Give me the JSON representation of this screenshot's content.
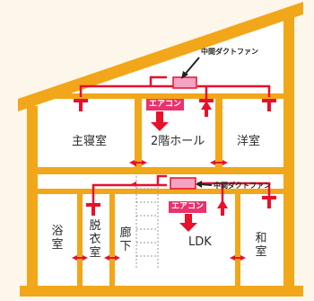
{
  "top_fan_label": "中間ダクトファン",
  "bottom_fan_label": "中間ダクトファン",
  "ac_upper": "エアコン",
  "ac_lower": "エアコン",
  "rooms": {
    "master_bedroom": "主寝室",
    "hall_2f": "2階ホール",
    "western_room": "洋室",
    "bath": "浴室",
    "dressing": "脱衣室",
    "corridor": "廊下",
    "ldk": "LDK",
    "japanese_room": "和室"
  },
  "colors": {
    "wall": "#f2a619",
    "duct": "#e8102b",
    "ac": "#e8336d",
    "fan_box": "#f5a3c3",
    "background": "#fdf6ea"
  }
}
